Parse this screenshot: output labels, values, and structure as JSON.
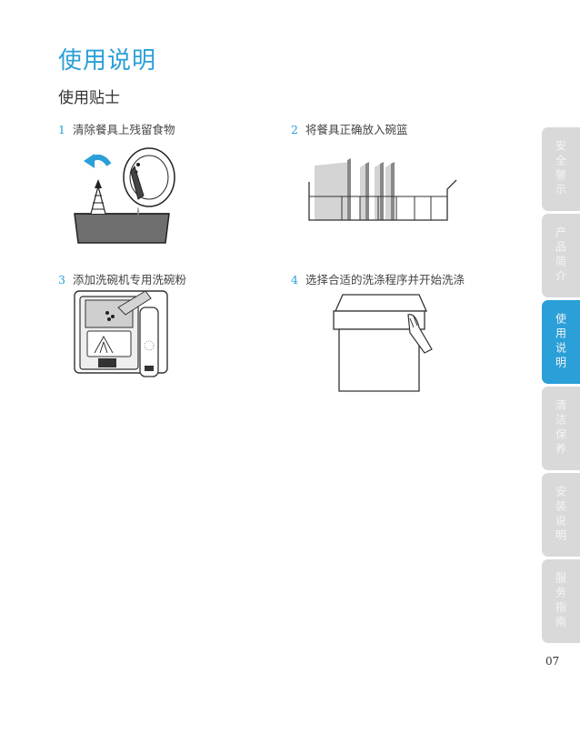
{
  "header": {
    "title": "使用说明"
  },
  "section": {
    "title": "使用贴士"
  },
  "steps": [
    {
      "num": "1",
      "text": "清除餐具上残留食物"
    },
    {
      "num": "2",
      "text": "将餐具正确放入碗篮"
    },
    {
      "num": "3",
      "text": "添加洗碗机专用洗碗粉"
    },
    {
      "num": "4",
      "text": "选择合适的洗涤程序并开始洗涤"
    }
  ],
  "side_nav": {
    "items": [
      {
        "label": "安全警示",
        "active": false
      },
      {
        "label": "产品简介",
        "active": false
      },
      {
        "label": "使用说明",
        "active": true
      },
      {
        "label": "清洁保养",
        "active": false
      },
      {
        "label": "安装说明",
        "active": false
      },
      {
        "label": "服务指南",
        "active": false
      }
    ]
  },
  "footer": {
    "page_number": "07"
  },
  "colors": {
    "accent": "#2a9fd8",
    "tab_inactive": "#d9d9d9"
  },
  "icons": {
    "step1": "scrape-plate-icon",
    "step2": "dish-rack-icon",
    "step3": "detergent-dispenser-icon",
    "step4": "dishwasher-door-icon"
  }
}
